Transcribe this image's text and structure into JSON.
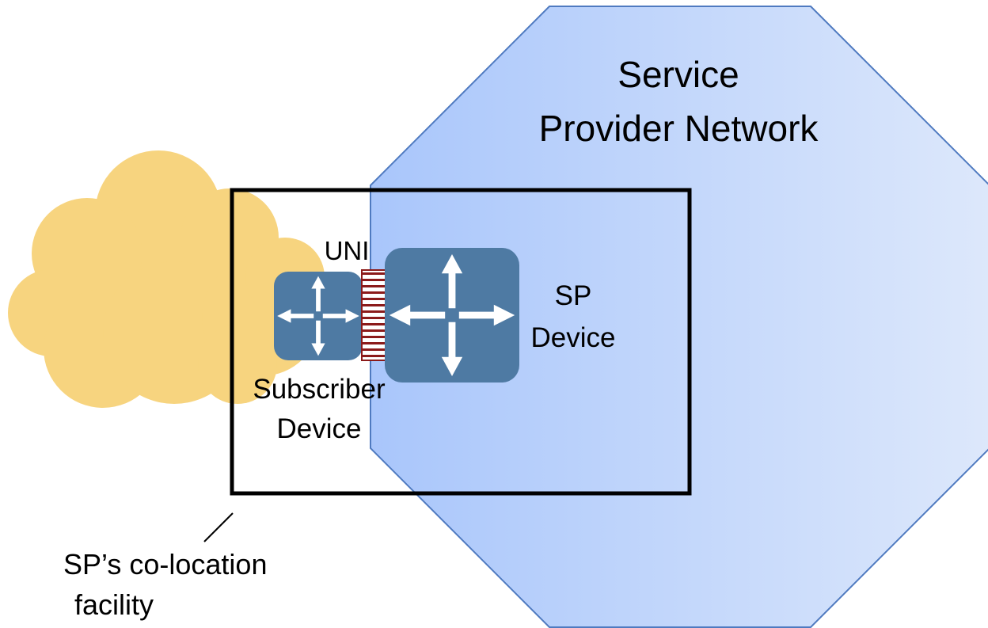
{
  "network": {
    "title_line1": "Service",
    "title_line2": "Provider Network"
  },
  "uni": {
    "label": "UNI"
  },
  "sp_device": {
    "label_line1": "SP",
    "label_line2": "Device",
    "icon": "router-icon"
  },
  "subscriber_device": {
    "label_line1": "Subscriber",
    "label_line2": "Device",
    "icon": "router-icon"
  },
  "colocation": {
    "label_line1": "SP’s co-location",
    "label_line2": "facility"
  },
  "colors": {
    "network_fill_start": "#a9c6fb",
    "network_fill_end": "#dde8fb",
    "network_stroke": "#4f7ac0",
    "cloud_fill": "#f7d47f",
    "device_fill": "#4e7aa3",
    "uni_stroke": "#8b1a1a",
    "box_stroke": "#000000"
  }
}
